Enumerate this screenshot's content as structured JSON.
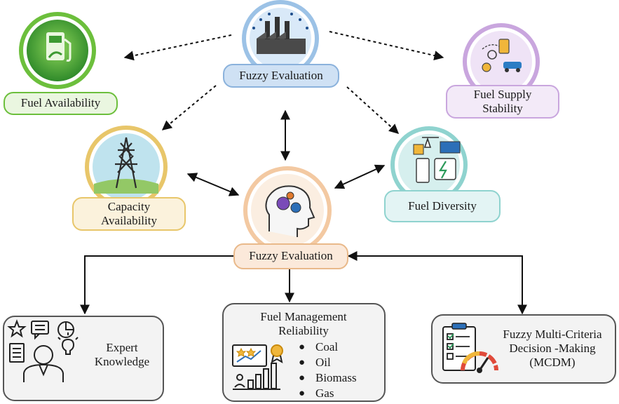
{
  "top_hub": {
    "label": "Fuzzy Evaluation"
  },
  "nodes": {
    "fuel_availability": "Fuel Availability",
    "fuel_supply_stability": [
      "Fuel Supply",
      "Stability"
    ],
    "capacity_availability": [
      "Capacity",
      "Availability"
    ],
    "fuel_diversity": "Fuel Diversity"
  },
  "center_hub": {
    "label": "Fuzzy Evaluation"
  },
  "outputs": {
    "expert": [
      "Expert",
      "Knowledge"
    ],
    "fuel_management": {
      "title": [
        "Fuel Management",
        "Reliability"
      ],
      "items": [
        "Coal",
        "Oil",
        "Biomass",
        "Gas"
      ]
    },
    "mcdm": [
      "Fuzzy Multi-Criteria",
      "Decision -Making",
      "(MCDM)"
    ]
  },
  "colors": {
    "green": "#6cbf3c",
    "purple": "#c9a6de",
    "yellow": "#e8c66a",
    "teal": "#8fd3cf",
    "blue": "#9cc2e6",
    "peach": "#f3c9a2",
    "gray": "#5a5a5a"
  },
  "icons": [
    "factory-icon",
    "fuel-pump-icon",
    "supply-chain-icon",
    "power-tower-icon",
    "energy-storage-icon",
    "brain-gears-icon",
    "expert-icon",
    "growth-chart-icon",
    "checklist-gauge-icon"
  ]
}
